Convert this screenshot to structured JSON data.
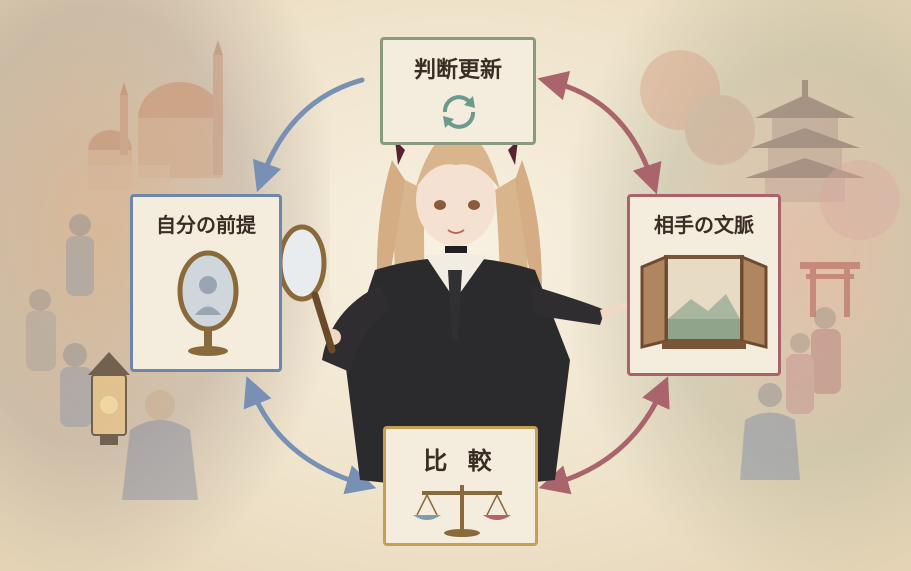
{
  "steps": {
    "update": {
      "label": "判断更新",
      "icon": "refresh-cycle-icon"
    },
    "premise": {
      "label": "自分の前提",
      "icon": "hand-mirror-icon"
    },
    "context": {
      "label": "相手の文脈",
      "icon": "open-window-icon"
    },
    "compare": {
      "label": "比 較",
      "icon": "balance-scale-icon"
    }
  },
  "colors": {
    "update": "#8a9a7c",
    "premise": "#6f86ab",
    "context": "#a8626a",
    "compare": "#c4a055",
    "background": "#f3ead8"
  },
  "scene": {
    "left_background": "watercolor-mosque-and-people",
    "right_background": "watercolor-pagoda-and-people",
    "center_character": "girl-with-twin-tails-holding-mirror-and-pointing"
  }
}
